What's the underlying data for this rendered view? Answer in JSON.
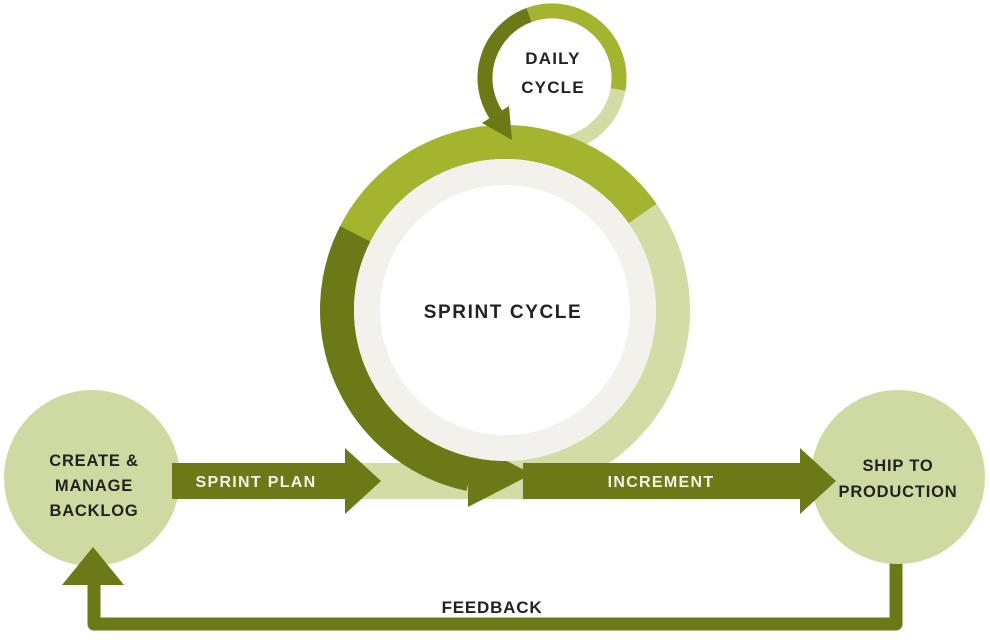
{
  "colors": {
    "olive": "#6b7a16",
    "lime": "#a5b42f",
    "pale_green": "#d3dca5",
    "node_green": "#cfdaa2",
    "ring_track": "#f2f1ec",
    "white": "#ffffff",
    "text_dark": "#222220",
    "text_light": "#f2f2ea"
  },
  "nodes": {
    "daily_cycle": {
      "line1": "DAILY",
      "line2": "CYCLE"
    },
    "sprint_cycle": {
      "label": "SPRINT CYCLE"
    },
    "backlog": {
      "line1": "CREATE &",
      "line2": "MANAGE",
      "line3": "BACKLOG"
    },
    "production": {
      "line1": "SHIP TO",
      "line2": "PRODUCTION"
    }
  },
  "edges": {
    "sprint_plan": {
      "label": "SPRINT PLAN"
    },
    "increment": {
      "label": "INCREMENT"
    },
    "feedback": {
      "label": "FEEDBACK"
    }
  }
}
